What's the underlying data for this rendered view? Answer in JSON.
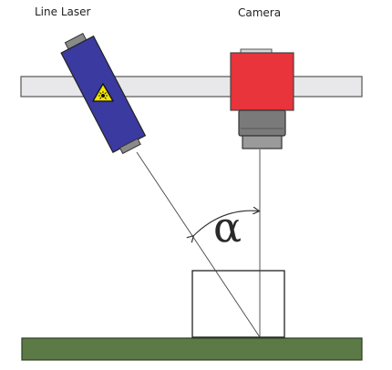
{
  "labels": {
    "laser": "Line Laser",
    "camera": "Camera",
    "angle": "α"
  },
  "colors": {
    "rail": "#e8e8ea",
    "laser_body": "#3a3aa0",
    "laser_cap": "#8a8a8a",
    "warning_sign": "#f5e600",
    "camera_body": "#e8343a",
    "camera_lens": "#7a7a7a",
    "ground": "#5b7a45",
    "lines": "#444444"
  },
  "icons": {
    "warning": "laser-warning-icon"
  }
}
